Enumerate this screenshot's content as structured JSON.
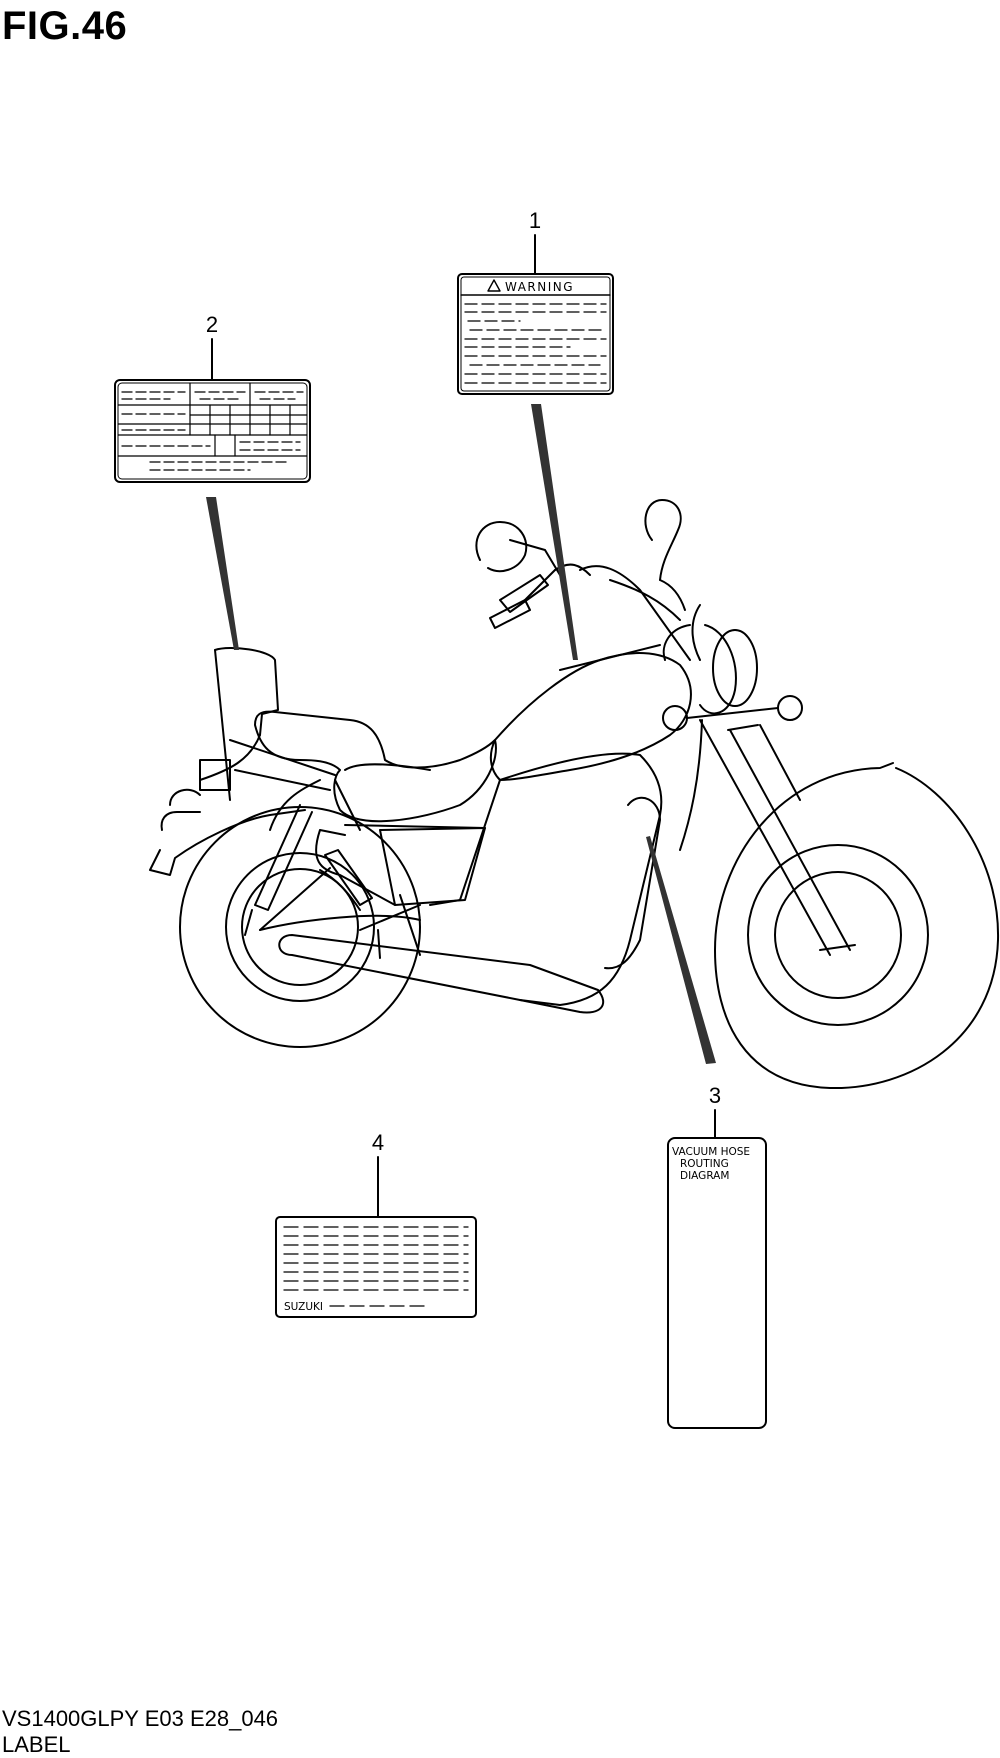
{
  "figure": {
    "title": "FIG.46"
  },
  "footer": {
    "model_code": "VS1400GLPY E03 E28_046",
    "section": "LABEL"
  },
  "callouts": [
    {
      "number": "1",
      "label_text": "WARNING"
    },
    {
      "number": "2"
    },
    {
      "number": "3",
      "label_text_lines": [
        "VACUUM HOSE",
        "ROUTING",
        "DIAGRAM"
      ]
    },
    {
      "number": "4",
      "label_text": "SUZUKI"
    }
  ],
  "icons": [
    "warning-triangle-icon"
  ]
}
